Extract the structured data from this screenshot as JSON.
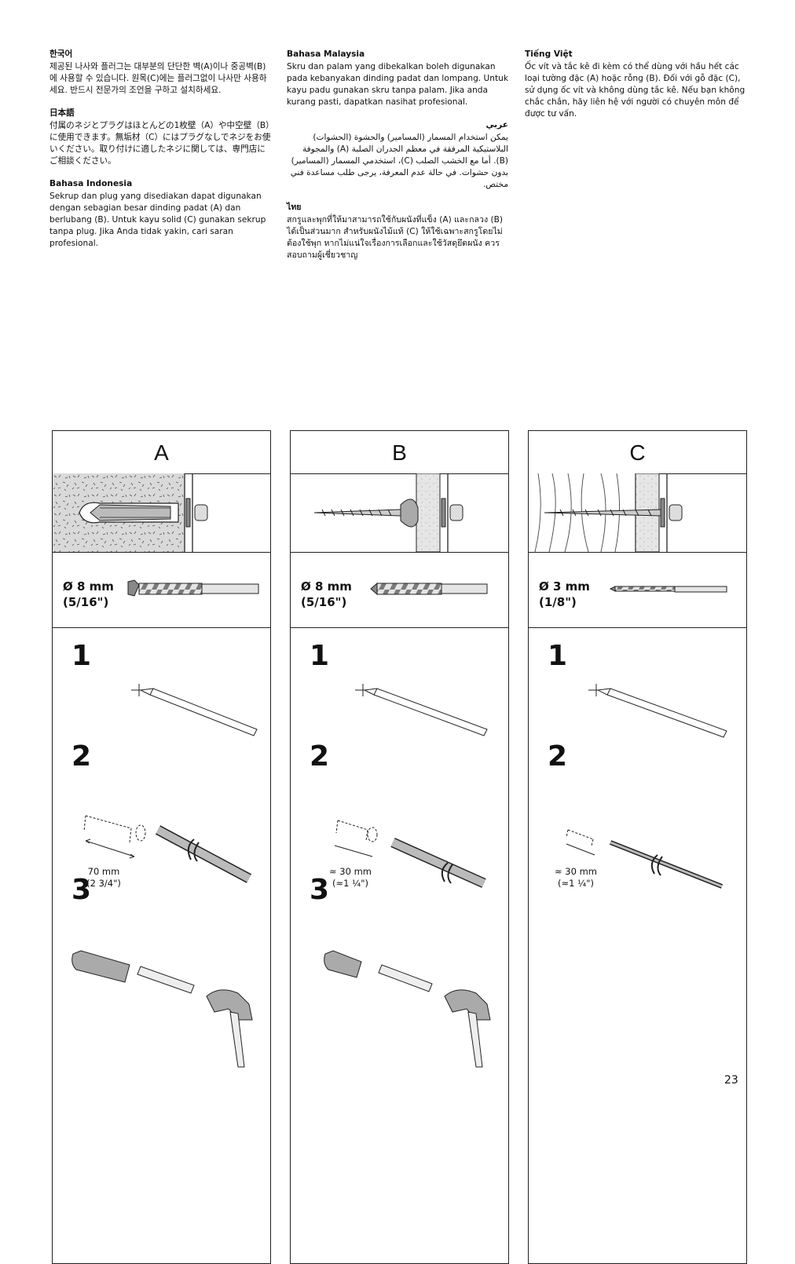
{
  "texts": {
    "ko": {
      "title": "한국어",
      "body": "제공된 나사와 플러그는 대부분의 단단한 벽(A)이나 중공벽(B)에 사용할 수 있습니다. 원목(C)에는 플러그없이 나사만 사용하세요. 반드시 전문가의 조언을 구하고 설치하세요."
    },
    "ja": {
      "title": "日本語",
      "body": "付属のネジとプラグはほとんどの1枚壁（A）や中空壁（B）に使用できます。無垢材（C）にはプラグなしでネジをお使いください。取り付けに適したネジに関しては、専門店にご相談ください。"
    },
    "id": {
      "title": "Bahasa Indonesia",
      "body": "Sekrup dan plug yang disediakan dapat digunakan dengan sebagian besar dinding padat (A) dan berlubang (B). Untuk kayu solid (C) gunakan sekrup tanpa plug. Jika Anda tidak yakin, cari saran profesional."
    },
    "ms": {
      "title": "Bahasa Malaysia",
      "body": "Skru dan palam yang dibekalkan boleh digunakan pada kebanyakan dinding padat dan lompang. Untuk kayu padu gunakan skru tanpa palam. Jika anda kurang pasti, dapatkan nasihat profesional."
    },
    "ar": {
      "title": "عربي",
      "body": "يمكن استخدام المسمار (المسامير) والحشوة (الحشوات) البلاستيكية المرفقة في معظم الجدران الصلبة (A) والمجوفة (B). أما مع الخشب الصلب (C)، استخدمي المسمار (المسامير) بدون حشوات. في حالة عدم المعرفة، يرجى طلب مساعدة فني مختص."
    },
    "th": {
      "title": "ไทย",
      "body": "สกรูและพุกที่ให้มาสามารถใช้กับผนังที่แข็ง (A) และกลวง (B) ได้เป็นส่วนมาก สำหรับผนังไม้แท้ (C) ให้ใช้เฉพาะสกรูโดยไม่ต้องใช้พุก หากไม่แน่ใจเรื่องการเลือกและใช้วัสดุยึดผนัง ควรสอบถามผู้เชี่ยวชาญ"
    },
    "vi": {
      "title": "Tiếng Việt",
      "body": "Ốc vít và tắc kê đi kèm có thể dùng với hầu hết các loại tường đặc (A) hoặc rỗng (B). Đối với gỗ đặc (C), sử dụng ốc vít và không dùng tắc kê. Nếu bạn không chắc chắn, hãy liên hệ với người có chuyên môn để được tư vấn."
    }
  },
  "panels": [
    {
      "label": "A",
      "drill": "Ø 8 mm",
      "drill_imperial": "(5/16\")",
      "depth": "70 mm",
      "depth_imperial": "(2 3/4\")"
    },
    {
      "label": "B",
      "drill": "Ø 8 mm",
      "drill_imperial": "(5/16\")",
      "depth": "≈ 30 mm",
      "depth_imperial": "(≈1 ¼\")"
    },
    {
      "label": "C",
      "drill": "Ø 3 mm",
      "drill_imperial": "(1/8\")",
      "depth": "≈ 30 mm",
      "depth_imperial": "(≈1 ¼\")"
    }
  ],
  "step_numbers": [
    "1",
    "2",
    "3"
  ],
  "page_number": "23"
}
